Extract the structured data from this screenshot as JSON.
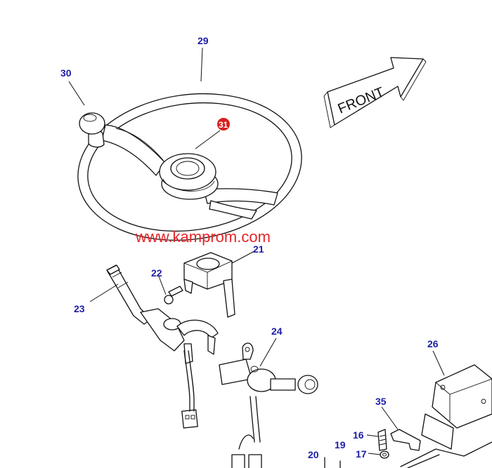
{
  "watermark": "www.kamprom.com",
  "front_label": "FRONT",
  "callouts": {
    "c29": "29",
    "c30": "30",
    "c31": "31",
    "c21": "21",
    "c22": "22",
    "c23": "23",
    "c24": "24",
    "c26": "26",
    "c35": "35",
    "c16": "16",
    "c17": "17",
    "c19": "19",
    "c20": "20"
  },
  "colors": {
    "callout": "#1c1ca8",
    "highlight_badge": "#d81e1e",
    "watermark": "#e5262a"
  }
}
